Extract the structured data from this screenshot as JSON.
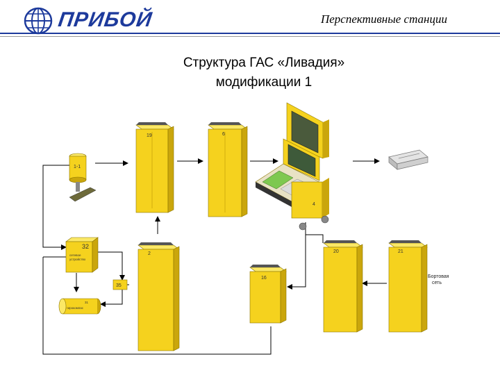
{
  "header": {
    "logo_text": "ПРИБОЙ",
    "section_title": "Перспективные станции"
  },
  "slide": {
    "title_line1": "Структура ГАС «Ливадия»",
    "title_line2": "модификации 1"
  },
  "diagram": {
    "cabinet_19": "19",
    "cabinet_6": "6",
    "cabinet_2": "2",
    "cabinet_16": "16",
    "cabinet_20": "20",
    "cabinet_21": "21",
    "console_4": "4",
    "device_1_1": "1-1",
    "box_32": "32",
    "box_32_label_a": "сетевое",
    "box_32_label_b": "устройство",
    "box_35": "35",
    "cyl_31": "31",
    "cyl_31_label": "гирокомпас",
    "power_label_line1": "Бортовая",
    "power_label_line2": "сеть"
  },
  "colors": {
    "brand_blue": "#1d3a9c",
    "cabinet_yellow": "#f5d21e",
    "cabinet_dark": "#caa60c",
    "line": "#000000"
  }
}
